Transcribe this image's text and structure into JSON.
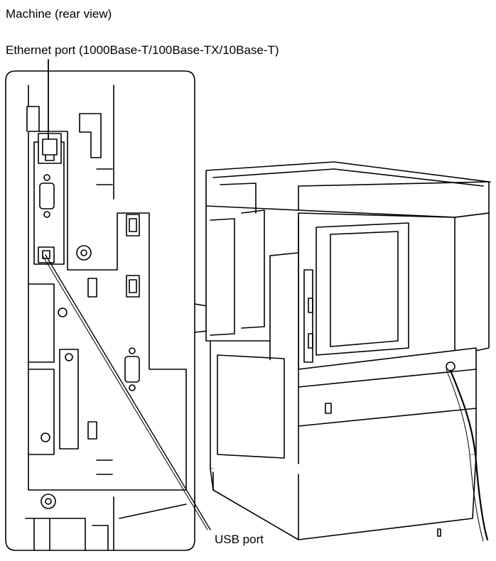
{
  "labels": {
    "view_title": "Machine (rear view)",
    "ethernet_port": "Ethernet port (1000Base-T/100Base-TX/10Base-T)",
    "usb_port": "USB port"
  },
  "colors": {
    "line": "#000000",
    "machine_fill": "#ffffff",
    "panel_fill": "#ffffff",
    "shade": "#d9d9d9"
  }
}
